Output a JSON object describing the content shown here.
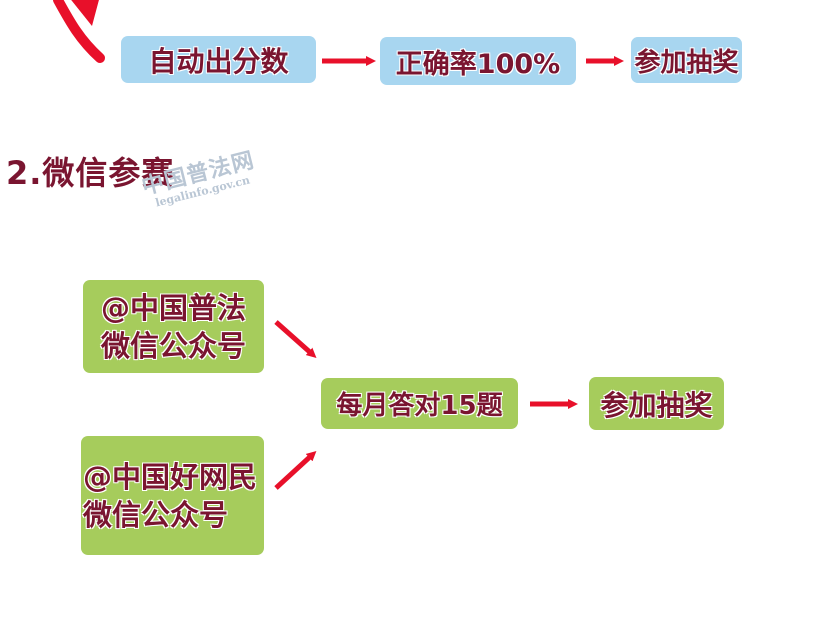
{
  "flow_top": {
    "box1": "自动出分数",
    "box2": "正确率100%",
    "box3": "参加抽奖"
  },
  "section": {
    "heading": "2.微信参赛"
  },
  "watermark": {
    "title": "中国普法网",
    "url": "legalinfo.gov.cn"
  },
  "flow_bottom": {
    "source1_line1": "@中国普法",
    "source1_line2": "微信公众号",
    "source2_line1": "@中国好网民",
    "source2_line2": "微信公众号",
    "task": "每月答对15题",
    "result": "参加抽奖"
  },
  "colors": {
    "blue_box": "#a8d6f0",
    "green_box": "#a6cc5c",
    "text": "#7a1530",
    "arrow": "#e8102a"
  }
}
